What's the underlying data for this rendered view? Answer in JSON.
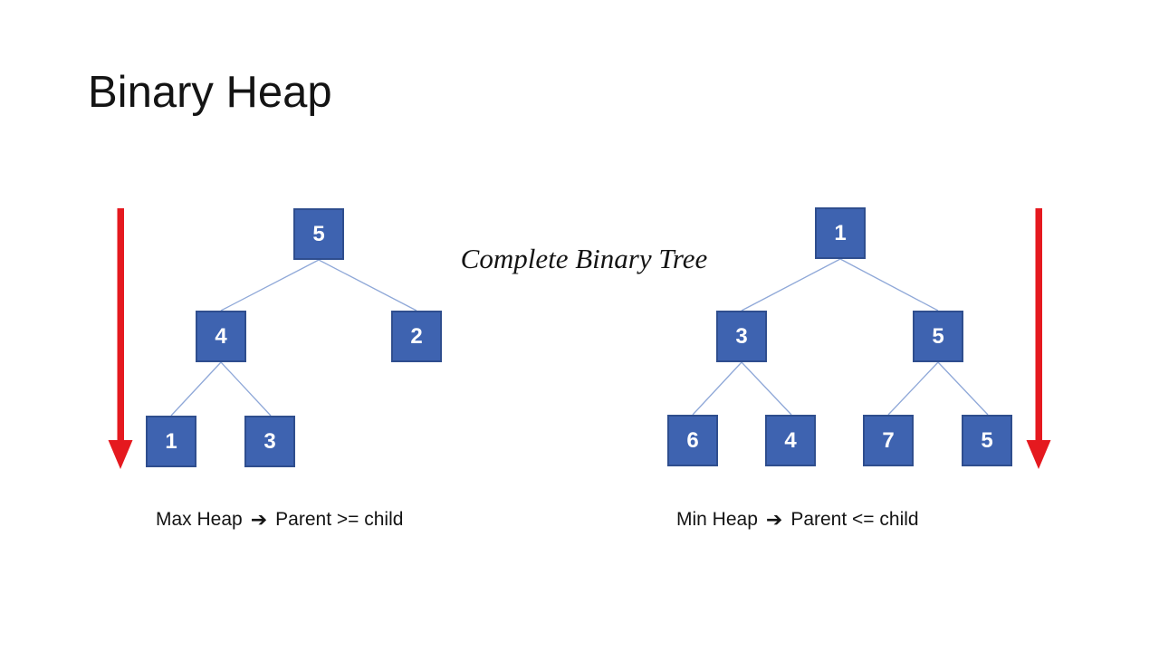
{
  "slide": {
    "title": "Binary Heap",
    "center_label": "Complete Binary Tree",
    "colors": {
      "background": "#ffffff",
      "node_fill": "#3E63B0",
      "node_border": "#2F4E8E",
      "connector": "#8FA8D8",
      "arrow_red": "#E5191F",
      "text": "#141414"
    }
  },
  "max_heap": {
    "caption": {
      "name": "Max Heap",
      "arrow_icon": "➔",
      "rule": "Parent >= child"
    },
    "nodes": [
      {
        "value": "5"
      },
      {
        "value": "4"
      },
      {
        "value": "2"
      },
      {
        "value": "1"
      },
      {
        "value": "3"
      }
    ]
  },
  "min_heap": {
    "caption": {
      "name": "Min Heap",
      "arrow_icon": "➔",
      "rule": "Parent <= child"
    },
    "nodes": [
      {
        "value": "1"
      },
      {
        "value": "3"
      },
      {
        "value": "5"
      },
      {
        "value": "6"
      },
      {
        "value": "4"
      },
      {
        "value": "7"
      },
      {
        "value": "5"
      }
    ]
  }
}
